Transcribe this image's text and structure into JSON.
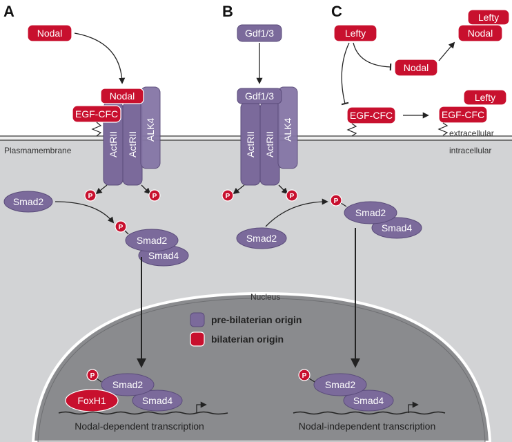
{
  "panels": {
    "a": "A",
    "b": "B",
    "c": "C"
  },
  "labels": {
    "nodal": "Nodal",
    "gdf": "Gdf1/3",
    "lefty": "Lefty",
    "egfcfc": "EGF-CFC",
    "actrii": "ActRII",
    "alk4": "ALK4",
    "smad2": "Smad2",
    "smad4": "Smad4",
    "foxh1": "FoxH1",
    "p": "P",
    "plasmamembrane": "Plasmamembrane",
    "extracellular": "extracellular",
    "intracellular": "intracellular",
    "nucleus": "Nucleus",
    "nodal_dependent": "Nodal-dependent transcription",
    "nodal_independent": "Nodal-independent transcription"
  },
  "legend": {
    "pre_bilaterian": "pre-bilaterian origin",
    "bilaterian": "bilaterian origin"
  },
  "colors": {
    "bilaterian_red": "#c8102e",
    "pre_bilaterian_purple": "#7b6a9b",
    "cytoplasm_gray": "#d2d3d5",
    "nucleus_gray": "#8a8b8e"
  }
}
